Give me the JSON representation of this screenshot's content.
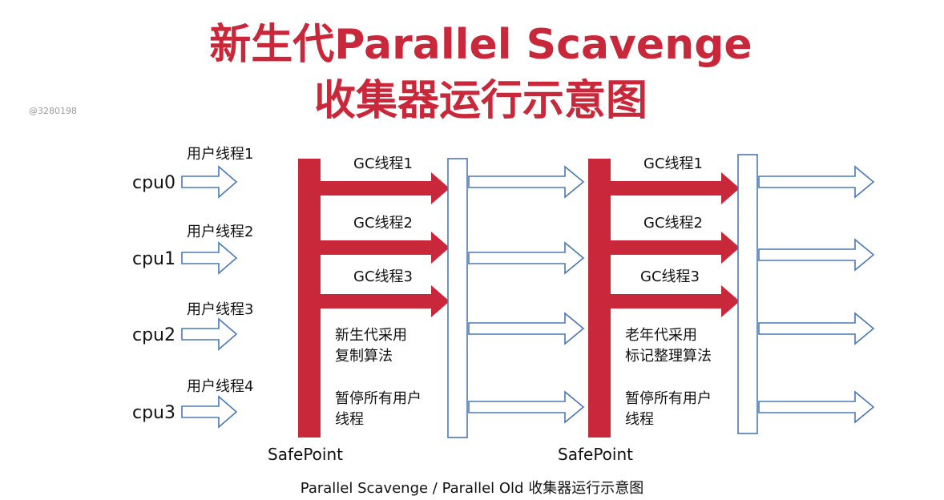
{
  "title": {
    "line1": "新生代Parallel Scavenge",
    "line2": "收集器运行示意图"
  },
  "watermark": "@3280198",
  "caption": "Parallel Scavenge / Parallel Old 收集器运行示意图",
  "cpus": [
    "cpu0",
    "cpu1",
    "cpu2",
    "cpu3"
  ],
  "user_threads": [
    "用户线程1",
    "用户线程2",
    "用户线程3",
    "用户线程4"
  ],
  "gc_threads": [
    "GC线程1",
    "GC线程2",
    "GC线程3"
  ],
  "safepoint_label": "SafePoint",
  "phase1": {
    "note_line1": "新生代采用",
    "note_line2": "复制算法",
    "pause_line1": "暂停所有用户",
    "pause_line2": "线程"
  },
  "phase2": {
    "note_line1": "老年代采用",
    "note_line2": "标记整理算法",
    "pause_line1": "暂停所有用户",
    "pause_line2": "线程"
  },
  "colors": {
    "title": "#c8283a",
    "gc_red": "#c8283a",
    "arrow_outline": "#4a78b5",
    "text": "#111111"
  }
}
